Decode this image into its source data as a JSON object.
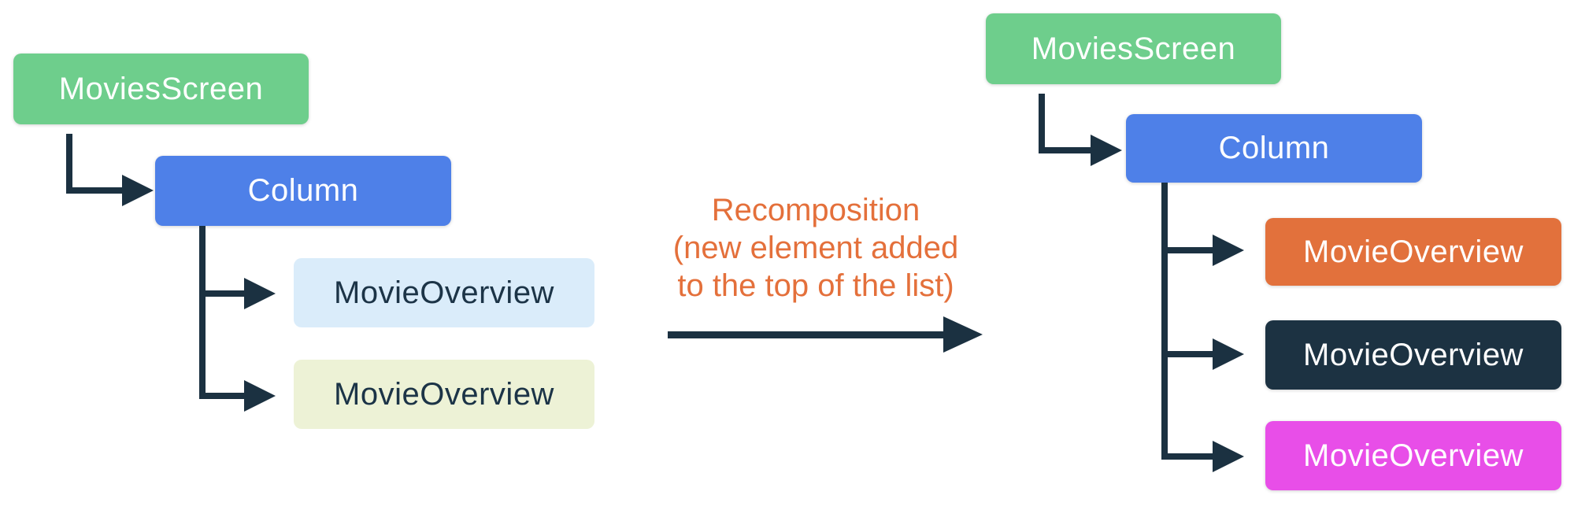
{
  "colors": {
    "green": "#6ECE8C",
    "blue": "#4E80E8",
    "light_blue": "#DAECFA",
    "light_yellow": "#EDF2D6",
    "orange": "#E2713C",
    "navy": "#1C3242",
    "magenta": "#E84EE8",
    "line": "#1B3141",
    "text_light": "#FFFFFF",
    "text_dark": "#1C3447",
    "caption_orange": "#E4703B"
  },
  "left_tree": {
    "root": {
      "label": "MoviesScreen"
    },
    "column": {
      "label": "Column"
    },
    "children": [
      {
        "label": "MovieOverview",
        "color": "light_blue"
      },
      {
        "label": "MovieOverview",
        "color": "light_yellow"
      }
    ]
  },
  "transition": {
    "line1": "Recomposition",
    "line2": "(new element added",
    "line3": "to the top of the list)"
  },
  "right_tree": {
    "root": {
      "label": "MoviesScreen"
    },
    "column": {
      "label": "Column"
    },
    "children": [
      {
        "label": "MovieOverview",
        "color": "orange"
      },
      {
        "label": "MovieOverview",
        "color": "navy"
      },
      {
        "label": "MovieOverview",
        "color": "magenta"
      }
    ]
  }
}
